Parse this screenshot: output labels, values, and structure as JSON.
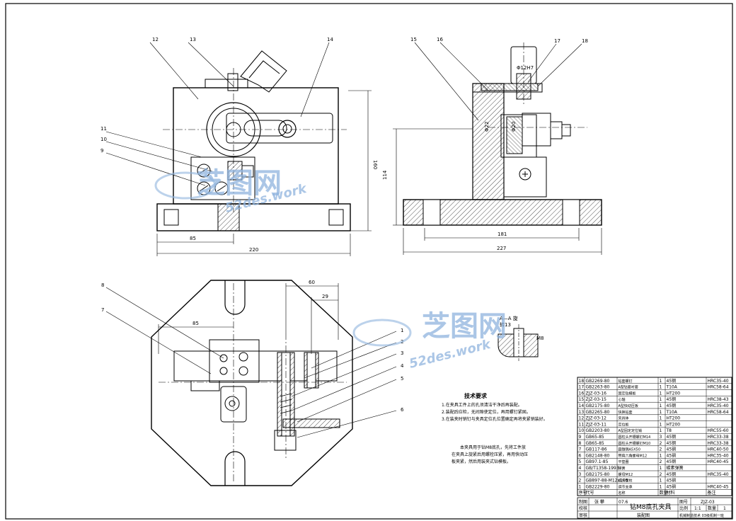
{
  "callouts": {
    "c12": "12",
    "c13": "13",
    "c14": "14",
    "c11": "11",
    "c10": "10",
    "c9": "9",
    "c15": "15",
    "c16": "16",
    "c17": "17",
    "c18": "18",
    "c8": "8",
    "c7": "7",
    "c1": "1",
    "c2": "2",
    "c3": "3",
    "c4": "4",
    "c5": "5",
    "c6": "6"
  },
  "dimensions": {
    "front_height": "160",
    "front_left": "85",
    "front_width": "220",
    "side_height": "114",
    "side_inner": "181",
    "side_width": "227",
    "top_60": "60",
    "top_29": "29",
    "top_85": "85",
    "side_note_top": "Φ12H7",
    "side_note_left": "Φ22",
    "side_note_mid": "Φ20"
  },
  "section_label": "A—A 旋",
  "section_sub": "转13",
  "section_note": "M8",
  "watermark": {
    "main": "芝图网",
    "sub": "52des.work"
  },
  "tech": {
    "title": "技术要求",
    "lines": [
      "1.在夹具工件上的孔须清洁干净后再装配。",
      "2.装配后应检，无间隙使定位，再用螺钉紧固。",
      "3.在装夹时销钉与夹具定位孔位置确定再将夹紧销装好。"
    ],
    "note": [
      "本夹具用于钻M8底孔，先将工件放",
      "在夹具上旋紧后用螺栓压紧，再用快动压",
      "板夹紧，然后用装夹式钻模板。"
    ]
  },
  "bom_rows": [
    {
      "no": "18",
      "code": "GB2269-80",
      "name": "钻套螺钉",
      "qty": "1",
      "mat": "45钢",
      "note": "HRC35-40"
    },
    {
      "no": "17",
      "code": "GB2263-80",
      "name": "A型钻套衬套",
      "qty": "1",
      "mat": "T10A",
      "note": "HRC58-64"
    },
    {
      "no": "16",
      "code": "ZJZ-03-16",
      "name": "固定钻模板",
      "qty": "1",
      "mat": "HT200",
      "note": ""
    },
    {
      "no": "15",
      "code": "ZJZ-03-15",
      "name": "心轴",
      "qty": "1",
      "mat": "45钢",
      "note": "HRC38-43"
    },
    {
      "no": "14",
      "code": "GB2175-80",
      "name": "A型快动压板",
      "qty": "1",
      "mat": "45钢",
      "note": "HRC35-40"
    },
    {
      "no": "13",
      "code": "GB2265-80",
      "name": "快换钻套",
      "qty": "1",
      "mat": "T10A",
      "note": "HRC58-64"
    },
    {
      "no": "12",
      "code": "ZJZ-03-12",
      "name": "夹具体",
      "qty": "1",
      "mat": "HT200",
      "note": ""
    },
    {
      "no": "11",
      "code": "ZJZ-03-11",
      "name": "定位板",
      "qty": "1",
      "mat": "HT200",
      "note": ""
    },
    {
      "no": "10",
      "code": "GB2203-80",
      "name": "A型固定定位销",
      "qty": "1",
      "mat": "T8",
      "note": "HRC55-60"
    },
    {
      "no": "9",
      "code": "GB65-85",
      "name": "圆柱头开槽螺钉M14",
      "qty": "3",
      "mat": "45钢",
      "note": "HRC33-38"
    },
    {
      "no": "8",
      "code": "GB65-85",
      "name": "圆柱头开槽螺钉M10",
      "qty": "2",
      "mat": "45钢",
      "note": "HRC33-38"
    },
    {
      "no": "7",
      "code": "GB117-86",
      "name": "圆锥销A5X50",
      "qty": "2",
      "mat": "45钢",
      "note": "HRC40-50"
    },
    {
      "no": "6",
      "code": "GB2148-80",
      "name": "带肩六角螺母M12",
      "qty": "1",
      "mat": "45钢",
      "note": "HRC35-40"
    },
    {
      "no": "5",
      "code": "GB97.1-85",
      "name": "平垫圈",
      "qty": "2",
      "mat": "45钢",
      "note": "HRC40-45"
    },
    {
      "no": "4",
      "code": "GB/T1358-1993",
      "name": "弹簧",
      "qty": "1",
      "mat": "碳素弹簧",
      "note": ""
    },
    {
      "no": "3",
      "code": "GB2175-80",
      "name": "螺母M12",
      "qty": "2",
      "mat": "45钢",
      "note": "HRC35-40"
    },
    {
      "no": "2",
      "code": "GB897-88-M12x105",
      "name": "双头螺柱",
      "qty": "1",
      "mat": "45钢",
      "note": ""
    },
    {
      "no": "1",
      "code": "GB2229-80",
      "name": "调节支承",
      "qty": "1",
      "mat": "45钢",
      "note": "HRC40-45"
    }
  ],
  "bom_header": {
    "no": "序号",
    "code": "代号",
    "name": "名称",
    "qty": "数量",
    "mat": "材料",
    "note": "备注"
  },
  "title_block": {
    "designer_label": "制图",
    "designer": "张 攀",
    "date": "07.6",
    "check_label": "校核",
    "review_label": "审核",
    "title": "钻M8底孔夹具",
    "drawing_no_label": "图号",
    "drawing_no": "ZJZ-03",
    "scale_label": "比例",
    "scale": "1:1",
    "qty_label": "数量",
    "qty": "1",
    "school": "装配图",
    "class": "机械制造技术 03级机制一班"
  }
}
